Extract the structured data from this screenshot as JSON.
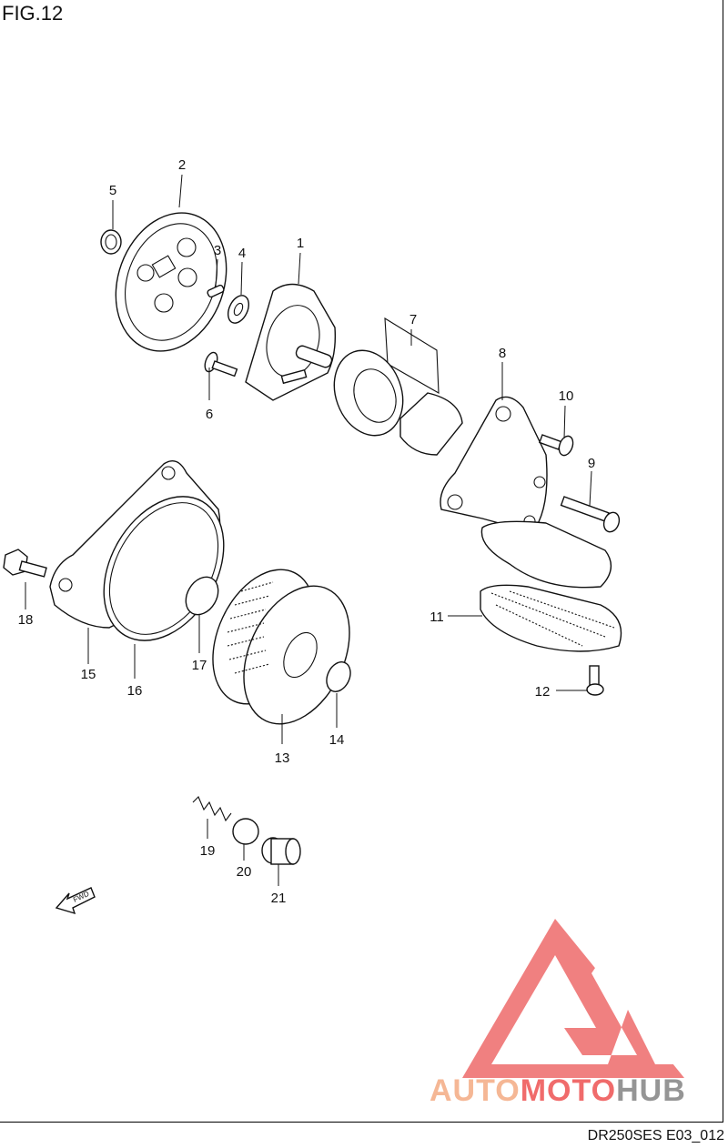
{
  "figure": {
    "title": "FIG.12",
    "code": "DR250SES E03_012"
  },
  "parts": [
    {
      "id": "1",
      "label": "1"
    },
    {
      "id": "2",
      "label": "2"
    },
    {
      "id": "3",
      "label": "3"
    },
    {
      "id": "4",
      "label": "4"
    },
    {
      "id": "5",
      "label": "5"
    },
    {
      "id": "6",
      "label": "6"
    },
    {
      "id": "7",
      "label": "7"
    },
    {
      "id": "8",
      "label": "8"
    },
    {
      "id": "9",
      "label": "9"
    },
    {
      "id": "10",
      "label": "10"
    },
    {
      "id": "11",
      "label": "11"
    },
    {
      "id": "12",
      "label": "12"
    },
    {
      "id": "13",
      "label": "13"
    },
    {
      "id": "14",
      "label": "14"
    },
    {
      "id": "15",
      "label": "15"
    },
    {
      "id": "16",
      "label": "16"
    },
    {
      "id": "17",
      "label": "17"
    },
    {
      "id": "18",
      "label": "18"
    },
    {
      "id": "19",
      "label": "19"
    },
    {
      "id": "20",
      "label": "20"
    },
    {
      "id": "21",
      "label": "21"
    }
  ],
  "direction_marker": {
    "label": "FWD"
  },
  "watermark": {
    "brand_parts": [
      "AUTO",
      "MOTO",
      "HUB"
    ],
    "colors": [
      "#f5b08a",
      "#ef5b5b",
      "#8a8a8a"
    ]
  }
}
